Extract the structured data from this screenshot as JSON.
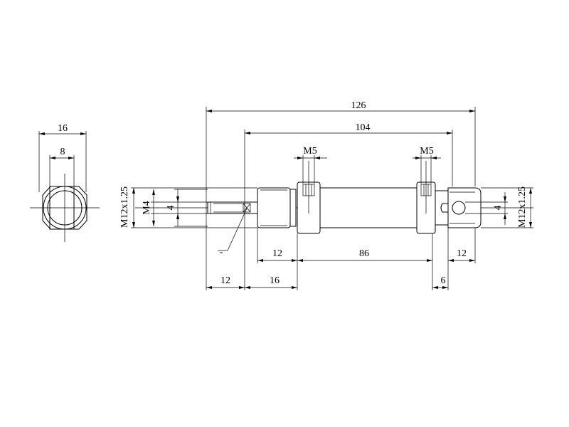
{
  "end_view": {
    "outer_width_label": "16",
    "inner_width_label": "8"
  },
  "side_view": {
    "overall_length_label": "126",
    "body_length_label": "104",
    "left_port_label": "M5",
    "right_port_label": "M5",
    "left_thread_label": "M12x1.25",
    "right_thread_label": "M12x1.25",
    "rod_thread_label": "M4",
    "rod_dia_label": "4",
    "clevis_dia_label": "4",
    "nose_length_label": "12",
    "barrel_length_label": "86",
    "rear_length_label": "12",
    "rod_extension_label": "12",
    "front_to_port_label": "16",
    "rear_offset_label": "6",
    "leader_label": "-"
  }
}
